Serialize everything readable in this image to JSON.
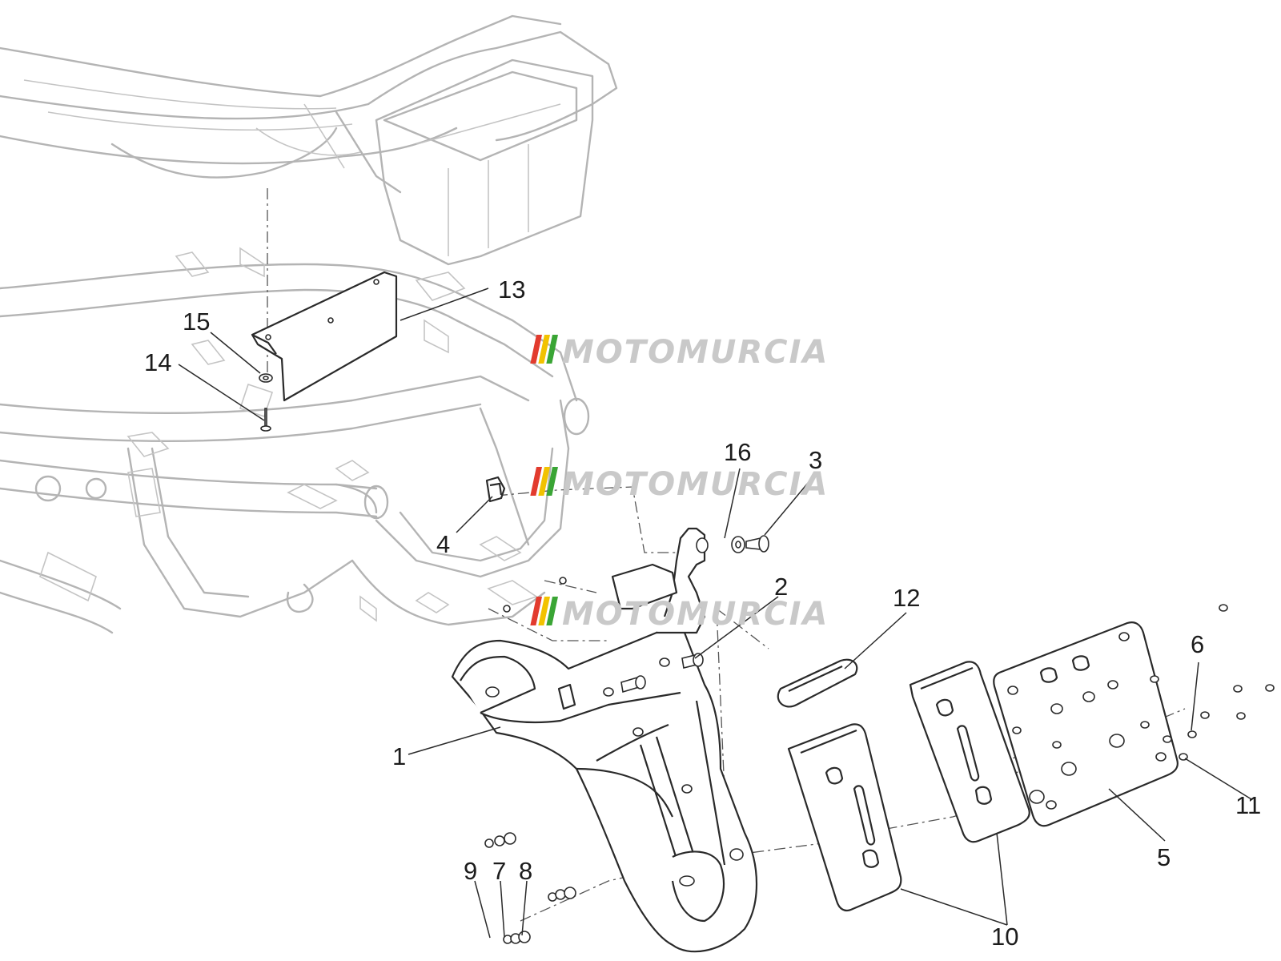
{
  "watermark": {
    "text": "MOTOMURCIA",
    "colors": [
      "#e23b2e",
      "#f2c200",
      "#3aa535",
      "#c9c9c9"
    ]
  },
  "callouts": {
    "c1": "1",
    "c2": "2",
    "c3": "3",
    "c4": "4",
    "c5": "5",
    "c6": "6",
    "c7": "7",
    "c8": "8",
    "c9": "9",
    "c10": "10",
    "c11": "11",
    "c12": "12",
    "c13": "13",
    "c14": "14",
    "c15": "15",
    "c16": "16"
  },
  "colors": {
    "line": "#2a2a2a",
    "frame": "#b4b4b4",
    "background": "#ffffff"
  }
}
